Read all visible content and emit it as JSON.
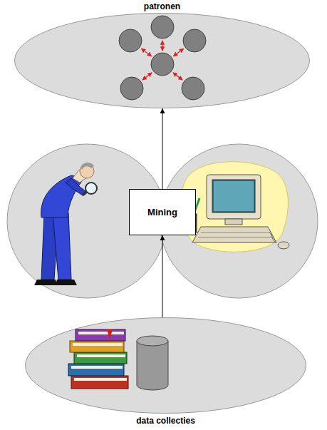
{
  "diagram": {
    "nodes": [
      {
        "text": [
          "patronen"
        ]
      },
      {
        "text": [
          "Mining"
        ]
      },
      {
        "text": [
          "data collecties"
        ]
      }
    ],
    "edges": [
      {
        "from": 2,
        "to": 1,
        "arrow": "to"
      },
      {
        "from": 1,
        "to": 0,
        "arrow": "to"
      }
    ]
  }
}
